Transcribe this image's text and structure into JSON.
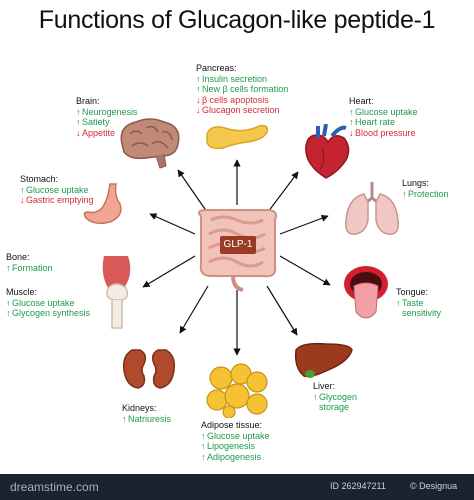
{
  "title": "Functions of Glucagon-like peptide-1",
  "center_label": "GLP-1",
  "organs": {
    "pancreas": {
      "name": "Pancreas:",
      "effects": [
        {
          "dir": "up",
          "text": "Insulin secretion"
        },
        {
          "dir": "up",
          "text": "New β cells formation"
        },
        {
          "dir": "down",
          "text": "β cells apoptosis"
        },
        {
          "dir": "down",
          "text": "Glucagon secretion"
        }
      ]
    },
    "brain": {
      "name": "Brain:",
      "effects": [
        {
          "dir": "up",
          "text": "Neurogenesis"
        },
        {
          "dir": "up",
          "text": "Satiety"
        },
        {
          "dir": "down",
          "text": "Appetite"
        }
      ]
    },
    "heart": {
      "name": "Heart:",
      "effects": [
        {
          "dir": "up",
          "text": "Glucose uptake"
        },
        {
          "dir": "up",
          "text": "Heart rate"
        },
        {
          "dir": "down",
          "text": "Blood pressure"
        }
      ]
    },
    "stomach": {
      "name": "Stomach:",
      "effects": [
        {
          "dir": "up",
          "text": "Glucose uptake"
        },
        {
          "dir": "down",
          "text": "Gastric emptying"
        }
      ]
    },
    "lungs": {
      "name": "Lungs:",
      "effects": [
        {
          "dir": "up",
          "text": "Protection"
        }
      ]
    },
    "bone": {
      "name": "Bone:",
      "effects": [
        {
          "dir": "up",
          "text": "Formation"
        }
      ]
    },
    "muscle": {
      "name": "Muscle:",
      "effects": [
        {
          "dir": "up",
          "text": "Glucose uptake"
        },
        {
          "dir": "up",
          "text": "Glycogen synthesis"
        }
      ]
    },
    "tongue": {
      "name": "Tongue:",
      "effects": [
        {
          "dir": "up",
          "text": "Taste"
        },
        {
          "dir": "none",
          "text": "sensitivity"
        }
      ]
    },
    "kidneys": {
      "name": "Kidneys:",
      "effects": [
        {
          "dir": "up",
          "text": "Natriuresis"
        }
      ]
    },
    "liver": {
      "name": "Liver:",
      "effects": [
        {
          "dir": "up",
          "text": "Glycogen"
        },
        {
          "dir": "none",
          "text": "storage"
        }
      ]
    },
    "adipose": {
      "name": "Adipose tissue:",
      "effects": [
        {
          "dir": "up",
          "text": "Glucose uptake"
        },
        {
          "dir": "up",
          "text": "Lipogenesis"
        },
        {
          "dir": "up",
          "text": "Adipogenesis"
        }
      ]
    }
  },
  "arrow_symbols": {
    "up": "↑",
    "down": "↓",
    "none": ""
  },
  "colors": {
    "up": "#1f9a4a",
    "down": "#d6293a",
    "glp_box": "#9b3b26",
    "footer": "#1b2330"
  },
  "footer": {
    "logo": "dreamstime.com",
    "id": "ID 262947211",
    "credit": "© Designua"
  }
}
